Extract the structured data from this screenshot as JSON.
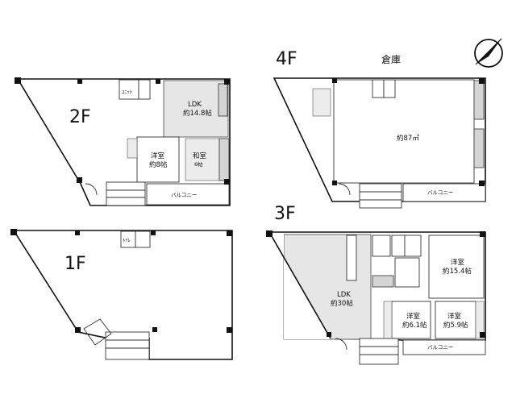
{
  "floors": {
    "f1": {
      "label": "1F"
    },
    "f2": {
      "label": "2F",
      "rooms": {
        "ldk_name": "LDK",
        "ldk_size": "約14.8帖",
        "western_name": "洋室",
        "western_size": "約8帖",
        "japanese_name": "和室",
        "japanese_size": "6帖",
        "balcony": "バルコニー"
      }
    },
    "f3": {
      "label": "3F",
      "rooms": {
        "ldk_name": "LDK",
        "ldk_size": "約30帖",
        "western1_name": "洋室",
        "western1_size": "約15.4帖",
        "western2_name": "洋室",
        "western2_size": "約6.1帖",
        "western3_name": "洋室",
        "western3_size": "約5.9帖",
        "balcony": "バルコニー"
      }
    },
    "f4": {
      "label": "4F",
      "title": "倉庫",
      "area": "約87㎡",
      "balcony": "バルコニー"
    }
  },
  "compass": {
    "icon": "north-arrow-icon"
  }
}
